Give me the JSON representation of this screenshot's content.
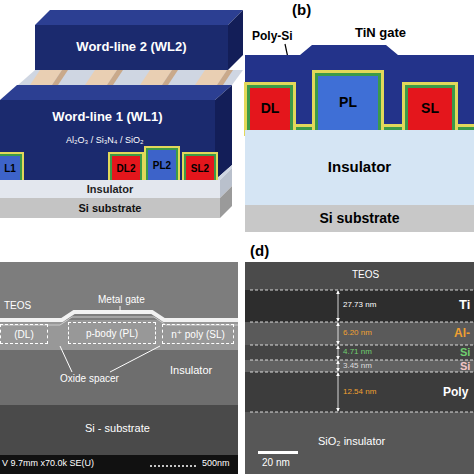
{
  "diagram": {
    "nodes": [
      {
        "text": [
          "Word-line 2 (WL2)"
        ]
      },
      {
        "text": [
          "Word-line 1 (WL1)"
        ]
      },
      {
        "text": [
          "L1"
        ]
      },
      {
        "text": [
          "DL2"
        ]
      },
      {
        "text": [
          "PL2"
        ]
      },
      {
        "text": [
          "SL2"
        ]
      },
      {
        "text": [
          "Insulator"
        ]
      },
      {
        "text": [
          "Si substrate"
        ]
      },
      {
        "text": [
          "TiN gate"
        ]
      },
      {
        "text": [
          "DL"
        ]
      },
      {
        "text": [
          "PL"
        ]
      },
      {
        "text": [
          "SL"
        ]
      },
      {
        "text": [
          "Insulator"
        ]
      },
      {
        "text": [
          "Si substrate"
        ]
      },
      {
        "text": [
          "(DL)"
        ]
      },
      {
        "text": [
          "p-body (PL)"
        ]
      },
      {
        "text": [
          "n⁺ poly (SL)"
        ]
      }
    ],
    "labels": [
      "Al₂O₃ / Si₃N₄ / SiO₂",
      "(b)",
      "Poly-Si",
      "TEOS",
      "Metal gate",
      "Oxide spacer",
      "Insulator",
      "Si - substrate",
      "V 9.7mm x70.0k SE(U)",
      "500nm",
      "(d)",
      "TEOS",
      "27.73 nm",
      "Ti",
      "6.20 nm",
      "Al-",
      "4.71 nm",
      "Si",
      "3.45 nm",
      "Si",
      "12.54 nm",
      "Poly",
      "SiO₂ insulator",
      "20 nm"
    ]
  }
}
